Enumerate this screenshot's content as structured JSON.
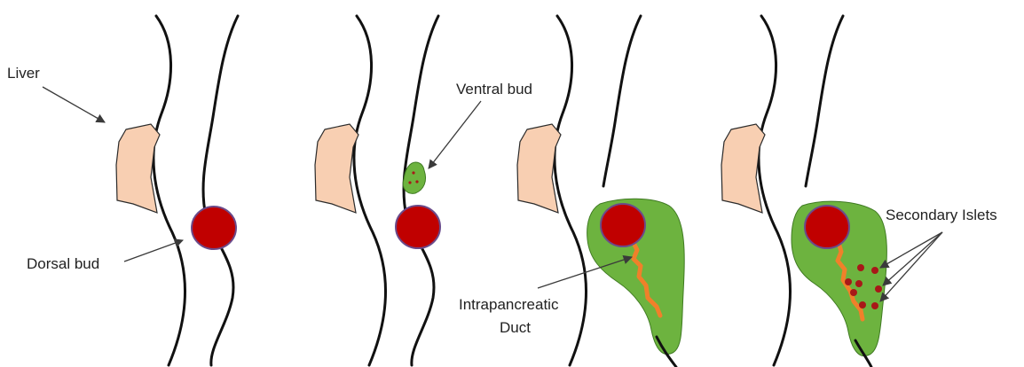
{
  "labels": {
    "liver": "Liver",
    "dorsal_bud": "Dorsal bud",
    "ventral_bud": "Ventral bud",
    "intrapancreatic_duct_line1": "Intrapancreatic",
    "intrapancreatic_duct_line2": "Duct",
    "secondary_islets": "Secondary Islets"
  },
  "colors": {
    "liver": "#f8cfb2",
    "bud": "#c00000",
    "bud_outline": "#6b4a8a",
    "pancreas": "#6db33f",
    "duct": "#f0802a",
    "islet": "#a81818",
    "gut_wall": "#111111"
  },
  "panels": [
    {
      "stage": 1
    },
    {
      "stage": 2
    },
    {
      "stage": 3
    },
    {
      "stage": 4
    }
  ]
}
